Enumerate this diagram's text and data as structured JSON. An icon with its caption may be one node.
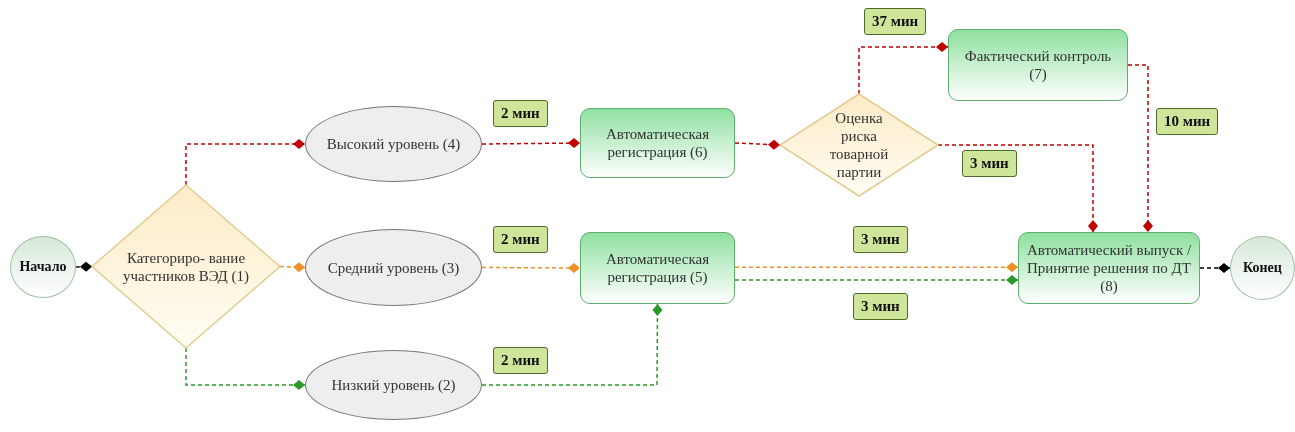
{
  "diagram": {
    "nodes": [
      {
        "text": [
          "Начало"
        ]
      },
      {
        "text": [
          "Категориро- вание участников ВЭД (1)"
        ]
      },
      {
        "text": [
          "Высокий уровень (4)"
        ]
      },
      {
        "text": [
          "Средний уровень (3)"
        ]
      },
      {
        "text": [
          "Низкий уровень (2)"
        ]
      },
      {
        "text": [
          "Автоматическая регистрация (6)"
        ]
      },
      {
        "text": [
          "Автоматическая регистрация (5)"
        ]
      },
      {
        "text": [
          "Оценка риска товарной партии"
        ]
      },
      {
        "text": [
          "Фактический контроль (7)"
        ]
      },
      {
        "text": [
          "Автоматический выпуск / Принятие решения по ДТ (8)"
        ]
      },
      {
        "text": [
          "Конец"
        ]
      }
    ],
    "edges": [
      {
        "from": 0,
        "to": 1,
        "arrow": "other",
        "style": "dashed",
        "color": "#000000"
      },
      {
        "from": 1,
        "to": 2,
        "arrow": "other",
        "style": "dashed",
        "color": "#c00000"
      },
      {
        "from": 1,
        "to": 3,
        "arrow": "other",
        "style": "dashed",
        "color": "#f0902a"
      },
      {
        "from": 1,
        "to": 4,
        "arrow": "other",
        "style": "dashed",
        "color": "#2a9a2a"
      },
      {
        "from": 2,
        "to": 5,
        "arrow": "other",
        "style": "dashed",
        "color": "#c00000",
        "label": "2 мин"
      },
      {
        "from": 3,
        "to": 6,
        "arrow": "other",
        "style": "dashed",
        "color": "#f0902a",
        "label": "2 мин"
      },
      {
        "from": 4,
        "to": 6,
        "arrow": "other",
        "style": "dashed",
        "color": "#2a9a2a",
        "label": "2 мин"
      },
      {
        "from": 5,
        "to": 7,
        "arrow": "other",
        "style": "dashed",
        "color": "#c00000"
      },
      {
        "from": 7,
        "to": 8,
        "arrow": "other",
        "style": "dashed",
        "color": "#c00000",
        "label": "37 мин"
      },
      {
        "from": 7,
        "to": 9,
        "arrow": "other",
        "style": "dashed",
        "color": "#c00000",
        "label": "3 мин"
      },
      {
        "from": 8,
        "to": 9,
        "arrow": "other",
        "style": "dashed",
        "color": "#c00000",
        "label": "10 мин"
      },
      {
        "from": 6,
        "to": 9,
        "arrow": "other",
        "style": "dashed",
        "color": "#f0902a",
        "label": "3 мин"
      },
      {
        "from": 6,
        "to": 9,
        "arrow": "other",
        "style": "dashed",
        "color": "#2a9a2a",
        "label": "3 мин"
      },
      {
        "from": 9,
        "to": 10,
        "arrow": "other",
        "style": "dashed",
        "color": "#000000"
      }
    ]
  }
}
